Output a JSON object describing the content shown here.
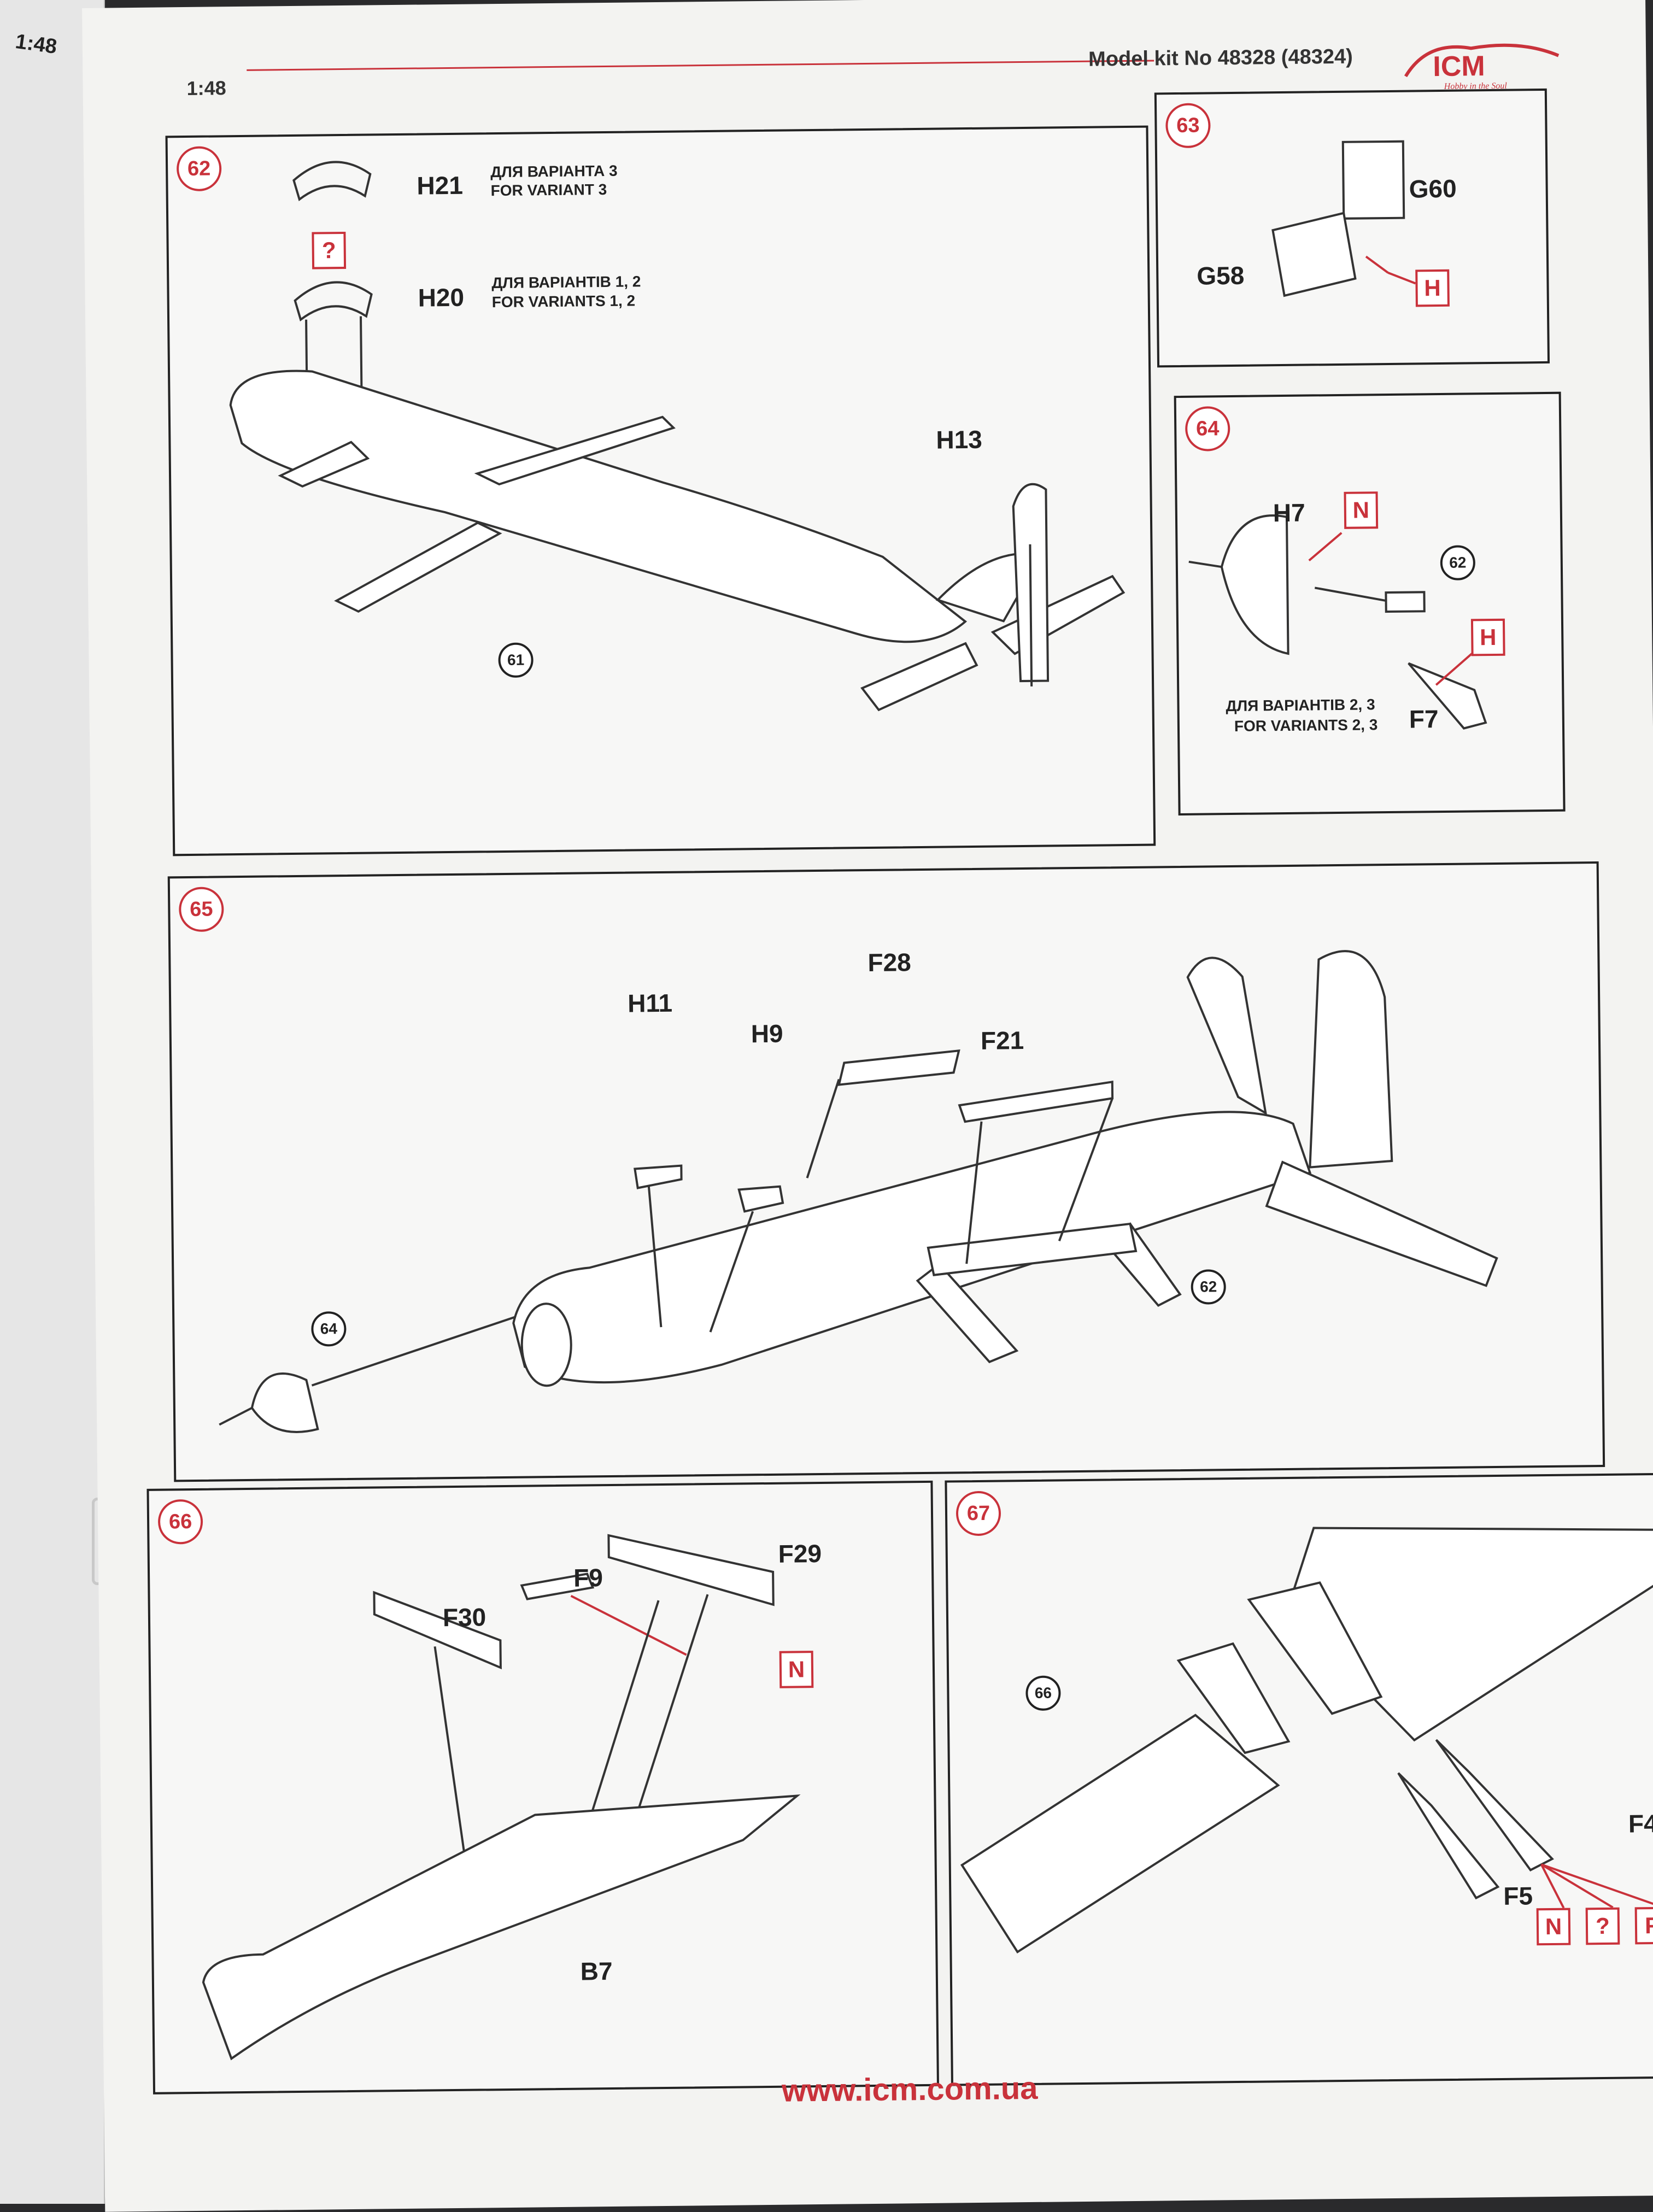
{
  "prev_page": {
    "label": "1:48"
  },
  "header": {
    "scale": "1:48",
    "kit_no": "Model kit No 48328 (48324)",
    "logo_text": "ICM",
    "logo_tagline": "Hobby in the Soul"
  },
  "steps": {
    "s62": {
      "number": "62",
      "part_h21": "H21",
      "variant3_ua": "ДЛЯ ВАРІАНТА 3",
      "variant3_en": "FOR VARIANT 3",
      "part_h20": "H20",
      "variant12_ua": "ДЛЯ ВАРІАНТІВ 1, 2",
      "variant12_en": "FOR VARIANTS 1, 2",
      "part_h13": "H13",
      "ref": "61",
      "marker": "?"
    },
    "s63": {
      "number": "63",
      "part_g60": "G60",
      "part_g58": "G58",
      "marker": "H"
    },
    "s64": {
      "number": "64",
      "part_h7": "H7",
      "marker_n": "N",
      "ref": "62",
      "marker_h": "H",
      "variant23_ua": "ДЛЯ ВАРІАНТІВ 2, 3",
      "variant23_en": "FOR VARIANTS 2, 3",
      "part_f7": "F7"
    },
    "s65": {
      "number": "65",
      "part_f28": "F28",
      "part_h11": "H11",
      "part_h9": "H9",
      "part_f21": "F21",
      "ref_62": "62",
      "ref_64": "64"
    },
    "s66": {
      "number": "66",
      "part_f9": "F9",
      "part_f29": "F29",
      "part_f30": "F30",
      "marker": "N",
      "part_b7": "B7"
    },
    "s67": {
      "number": "67",
      "ref": "66",
      "part_f4": "F4",
      "part_f5": "F5",
      "markers": [
        "N",
        "?",
        "F"
      ]
    }
  },
  "footer": {
    "url": "www.icm.com.ua"
  },
  "colors": {
    "accent": "#c9323b",
    "line": "#222222",
    "paper": "#f3f3f1"
  }
}
